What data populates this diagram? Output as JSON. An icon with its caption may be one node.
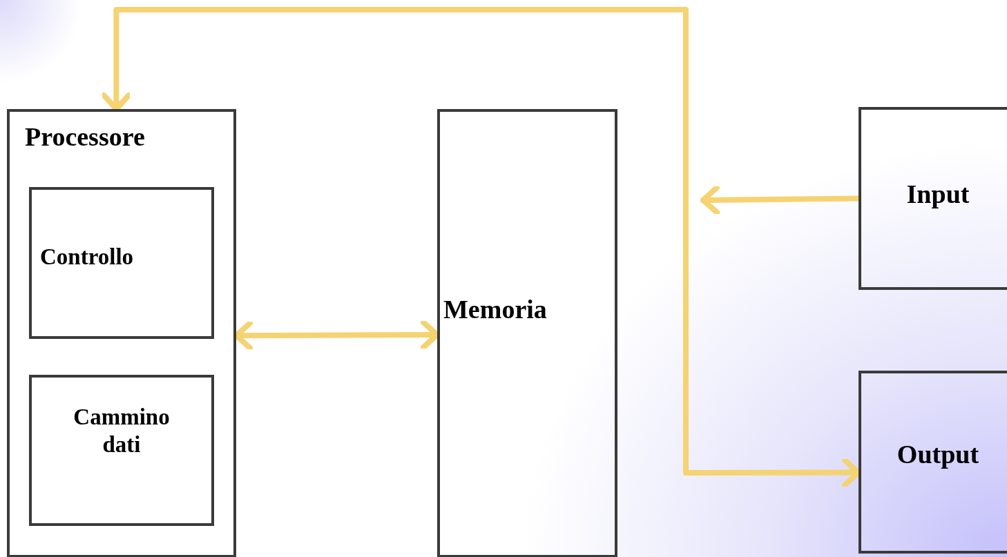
{
  "diagram": {
    "nodes": [
      {
        "text": [
          "Processore"
        ]
      },
      {
        "text": [
          "Controllo"
        ],
        "in": 0
      },
      {
        "text": [
          "Cammino dati"
        ],
        "in": 0
      },
      {
        "text": [
          "Memoria"
        ]
      },
      {
        "text": [
          "Input"
        ]
      },
      {
        "text": [
          "Output"
        ]
      }
    ],
    "edges": [
      {
        "from": 0,
        "to": 3,
        "arrow": "both"
      },
      {
        "from": 0,
        "to": 5,
        "arrow": "both"
      },
      {
        "from": 4,
        "to": null,
        "arrow": "to"
      }
    ]
  }
}
